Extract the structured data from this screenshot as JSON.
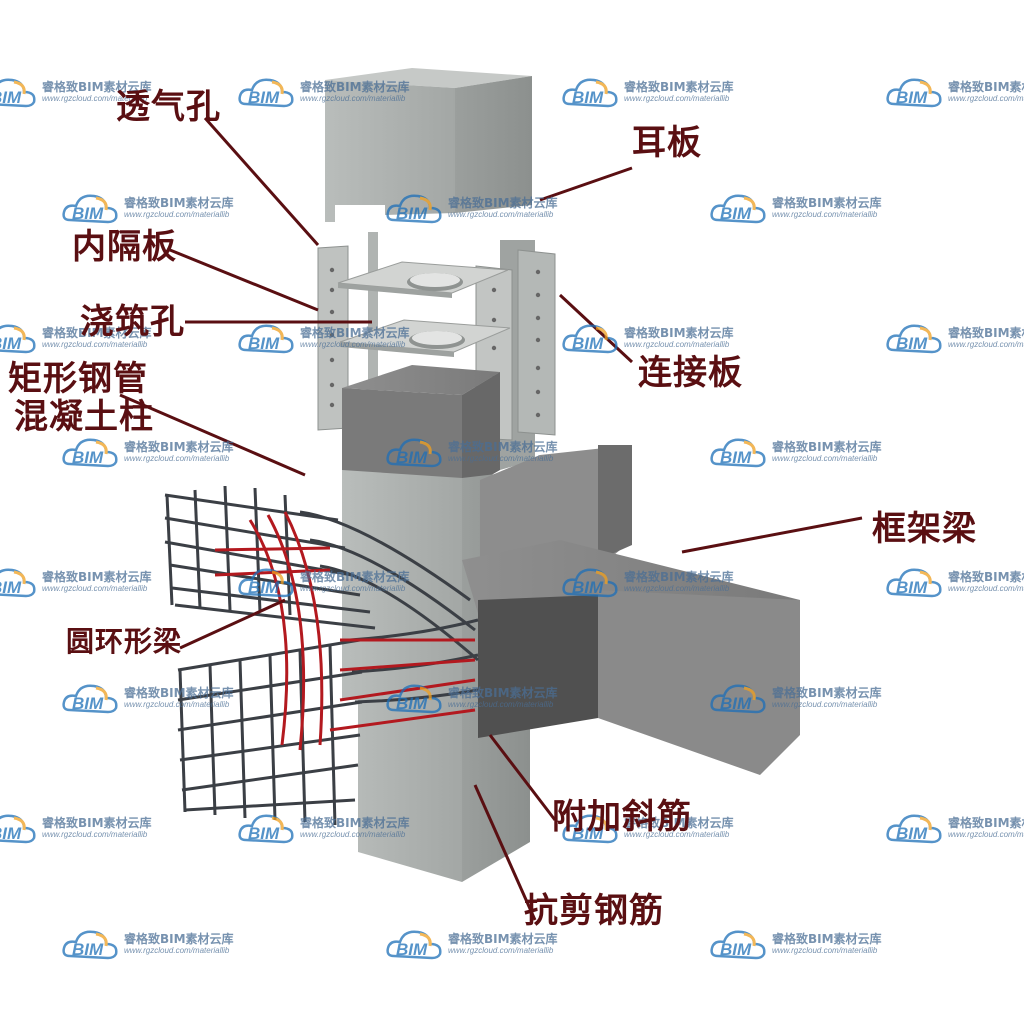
{
  "labels": {
    "vent_hole": "透气孔",
    "ear_plate": "耳板",
    "inner_diaphragm": "内隔板",
    "pour_hole": "浇筑孔",
    "connection_plate": "连接板",
    "column_line1": "矩形钢管",
    "column_line2": "混凝土柱",
    "frame_beam": "框架梁",
    "ring_beam": "圆环形梁",
    "diagonal_rebar": "附加斜筋",
    "shear_rebar": "抗剪钢筋"
  },
  "watermark": {
    "logo_text": "BIM",
    "title": "睿格致BIM素材云库",
    "url": "www.rgzcloud.com/materiallib"
  },
  "colors": {
    "label": "#5a0f12",
    "leader": "#5a0f12",
    "steel": "#a9adac",
    "concrete": "#7d7d7d",
    "rebar": "#3b3f45",
    "red_rebar": "#b3191f"
  }
}
